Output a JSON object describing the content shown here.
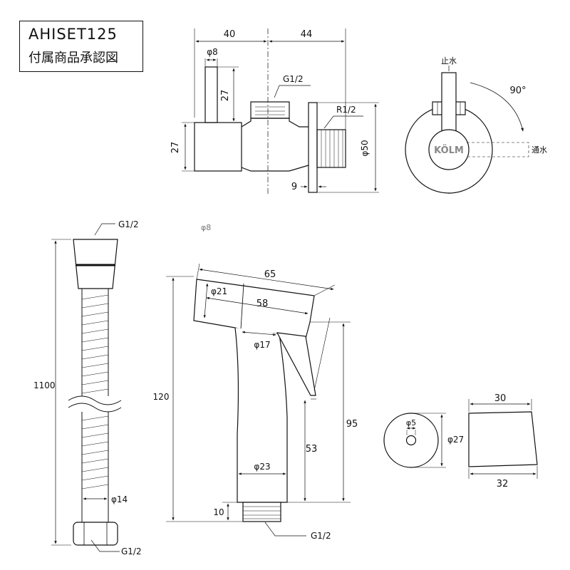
{
  "title": {
    "code": "AHISET125",
    "subtitle": "付属商品承認図"
  },
  "valve": {
    "dim_left_width": "40",
    "dim_right_width": "44",
    "stem_diameter": "φ8",
    "stem_height": "27",
    "body_height": "27",
    "thread_top": "G1/2",
    "thread_outlet": "R1/2",
    "flange_diameter": "φ50",
    "flange_thickness": "9"
  },
  "handle": {
    "label_closed": "止水",
    "label_open": "通水",
    "rotation": "90°",
    "brand": "KÖLM"
  },
  "hose": {
    "thread_top": "G1/2",
    "length": "1100",
    "diameter": "φ14",
    "thread_bottom": "G1/2"
  },
  "sprayer": {
    "faded_label": "φ8",
    "total_length": "65",
    "head_diameter": "φ21",
    "head_length": "58",
    "neck_diameter": "φ17",
    "total_height": "120",
    "trigger_height": "95",
    "lever_height": "53",
    "grip_diameter": "φ23",
    "thread_height": "10",
    "thread": "G1/2"
  },
  "holder": {
    "hole_diameter": "φ5",
    "body_diameter": "φ27",
    "top_width": "30",
    "bottom_width": "32"
  }
}
